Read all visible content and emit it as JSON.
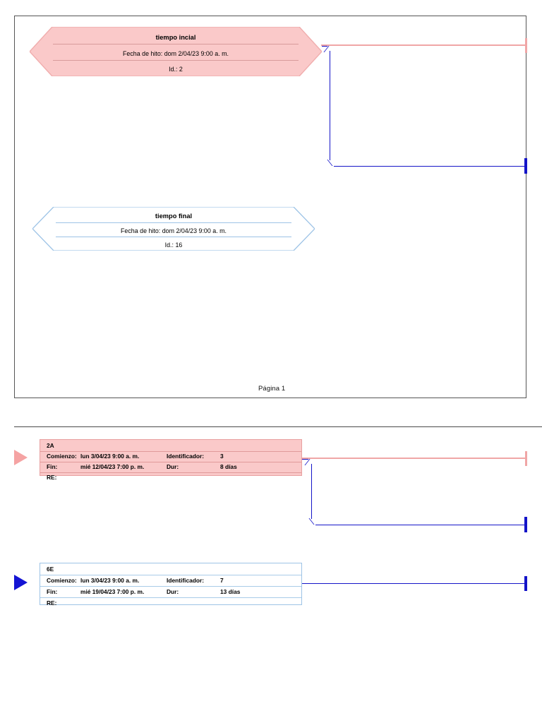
{
  "document": {
    "type": "network-diagram",
    "page_label": "Página 1"
  },
  "colors": {
    "critical_fill": "#FAC9C9",
    "critical_border": "#E8A0A0",
    "critical_connector": "#F0A6A6",
    "normal_border": "#9DC3E6",
    "normal_connector": "#1414C8",
    "page_border": "#555555",
    "text": "#000000"
  },
  "page1": {
    "label": "Página 1",
    "milestones": [
      {
        "id": "tiempo-inicial",
        "title": "tiempo incial",
        "date_line": "Fecha de hito: dom 2/04/23 9:00 a. m.",
        "id_line": "Id.: 2",
        "critical": true
      },
      {
        "id": "tiempo-final",
        "title": "tiempo final",
        "date_line": "Fecha de hito: dom 2/04/23 9:00 a. m.",
        "id_line": "Id.: 16",
        "critical": false
      }
    ]
  },
  "page2": {
    "tasks": [
      {
        "id": "task-2a",
        "name": "2A",
        "start_label": "Comienzo:",
        "start_value": "lun 3/04/23 9:00 a. m.",
        "identifier_label": "Identificador:",
        "identifier_value": "3",
        "finish_label": "Fin:",
        "finish_value": "mié 12/04/23 7:00 p. m.",
        "duration_label": "Dur:",
        "duration_value": "8 días",
        "res_label": "RE:",
        "res_value": "",
        "critical": true
      },
      {
        "id": "task-6e",
        "name": "6E",
        "start_label": "Comienzo:",
        "start_value": "lun 3/04/23 9:00 a. m.",
        "identifier_label": "Identificador:",
        "identifier_value": "7",
        "finish_label": "Fin:",
        "finish_value": "mié 19/04/23 7:00 p. m.",
        "duration_label": "Dur:",
        "duration_value": "13 días",
        "res_label": "RE:",
        "res_value": "",
        "critical": false
      }
    ]
  }
}
